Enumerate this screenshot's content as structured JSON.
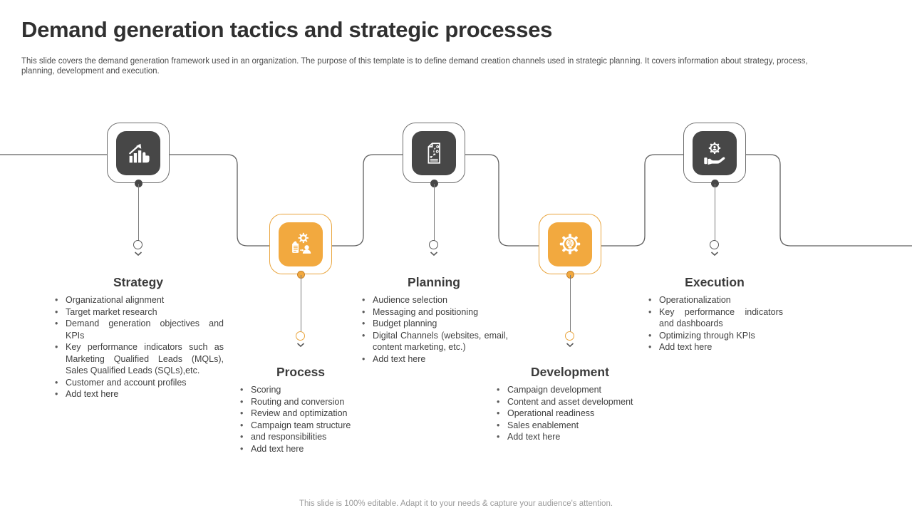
{
  "slide": {
    "title": "Demand generation tactics and strategic processes",
    "description": "This slide covers the demand generation framework used in an organization. The purpose of this template is to define demand creation channels used in strategic planning. It covers information about strategy, process, planning, development and execution.",
    "footer": "This slide is 100% editable. Adapt it to your needs & capture your audience's attention."
  },
  "colors": {
    "dark_box": "#474747",
    "orange_box": "#F2A93F",
    "orange_border": "#E9A43C",
    "connector_line": "#5f5f5f",
    "body_text": "#3f3f3f",
    "footer_text": "#9b9b9b"
  },
  "stages": [
    {
      "name": "Strategy",
      "theme": "dark",
      "icon": "growth-chart-hand-icon",
      "bullets": [
        "Organizational alignment",
        "Target market research",
        "Demand generation objectives and KPIs",
        "Key performance indicators such as Marketing Qualified Leads (MQLs), Sales Qualified Leads (SQLs),etc.",
        "Customer and account profiles",
        "Add text here"
      ]
    },
    {
      "name": "Process",
      "theme": "orange",
      "icon": "gear-clipboard-person-icon",
      "bullets": [
        "Scoring",
        "Routing and conversion",
        "Review and optimization",
        "Campaign team structure",
        "and responsibilities",
        "Add text here"
      ]
    },
    {
      "name": "Planning",
      "theme": "dark",
      "icon": "strategy-document-icon",
      "bullets": [
        "Audience selection",
        "Messaging and positioning",
        "Budget planning",
        "Digital Channels (websites, email, content marketing, etc.)",
        "Add text here"
      ]
    },
    {
      "name": "Development",
      "theme": "orange",
      "icon": "idea-gear-icon",
      "bullets": [
        "Campaign development",
        "Content and asset development",
        "Operational readiness",
        "Sales enablement",
        "Add text here"
      ]
    },
    {
      "name": "Execution",
      "theme": "dark",
      "icon": "hand-holding-gear-icon",
      "bullets": [
        "Operationalization",
        "Key performance indicators and dashboards",
        "Optimizing through KPIs",
        "Add text here"
      ]
    }
  ]
}
